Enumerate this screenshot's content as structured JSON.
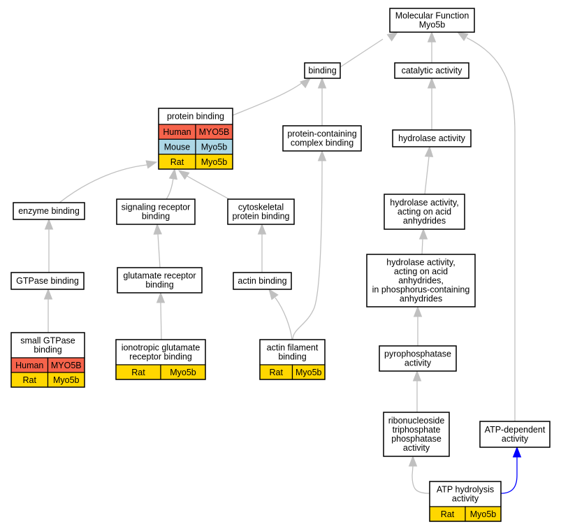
{
  "colors": {
    "human": "#f6634b",
    "mouse": "#add8e6",
    "rat": "#ffd700",
    "edge": "#c0c0c0",
    "highlight_edge": "#0000ff"
  },
  "nodes": {
    "mf": {
      "lines": [
        "Molecular Function",
        "Myo5b"
      ]
    },
    "binding": {
      "lines": [
        "binding"
      ]
    },
    "catalytic": {
      "lines": [
        "catalytic activity"
      ]
    },
    "protein_binding": {
      "lines": [
        "protein binding"
      ],
      "rows": [
        {
          "species": "Human",
          "gene": "MYO5B",
          "color": "human"
        },
        {
          "species": "Mouse",
          "gene": "Myo5b",
          "color": "mouse"
        },
        {
          "species": "Rat",
          "gene": "Myo5b",
          "color": "rat"
        }
      ]
    },
    "pcb": {
      "lines": [
        "protein-containing",
        "complex binding"
      ]
    },
    "hydrolase": {
      "lines": [
        "hydrolase activity"
      ]
    },
    "enzyme_binding": {
      "lines": [
        "enzyme binding"
      ]
    },
    "signaling": {
      "lines": [
        "signaling receptor",
        "binding"
      ]
    },
    "cytoskeletal": {
      "lines": [
        "cytoskeletal",
        "protein binding"
      ]
    },
    "hydro_acid": {
      "lines": [
        "hydrolase activity,",
        "acting on acid",
        "anhydrides"
      ]
    },
    "hydro_phos": {
      "lines": [
        "hydrolase activity,",
        "acting on acid",
        "anhydrides,",
        "in phosphorus-containing",
        "anhydrides"
      ]
    },
    "gtpase": {
      "lines": [
        "GTPase binding"
      ]
    },
    "glutamate": {
      "lines": [
        "glutamate receptor",
        "binding"
      ]
    },
    "actin": {
      "lines": [
        "actin binding"
      ]
    },
    "small_gtpase": {
      "lines": [
        "small GTPase",
        "binding"
      ],
      "rows": [
        {
          "species": "Human",
          "gene": "MYO5B",
          "color": "human"
        },
        {
          "species": "Rat",
          "gene": "Myo5b",
          "color": "rat"
        }
      ]
    },
    "ionotropic": {
      "lines": [
        "ionotropic glutamate",
        "receptor binding"
      ],
      "rows": [
        {
          "species": "Rat",
          "gene": "Myo5b",
          "color": "rat"
        }
      ]
    },
    "actin_filament": {
      "lines": [
        "actin filament",
        "binding"
      ],
      "rows": [
        {
          "species": "Rat",
          "gene": "Myo5b",
          "color": "rat"
        }
      ]
    },
    "pyrophosphatase": {
      "lines": [
        "pyrophosphatase",
        "activity"
      ]
    },
    "ribonucleoside": {
      "lines": [
        "ribonucleoside",
        "triphosphate",
        "phosphatase",
        "activity"
      ]
    },
    "atp_dependent": {
      "lines": [
        "ATP-dependent",
        "activity"
      ]
    },
    "atp_hydrolysis": {
      "lines": [
        "ATP hydrolysis",
        "activity"
      ],
      "rows": [
        {
          "species": "Rat",
          "gene": "Myo5b",
          "color": "rat"
        }
      ]
    }
  },
  "edges": [
    {
      "from": "binding",
      "to": "mf"
    },
    {
      "from": "catalytic",
      "to": "mf"
    },
    {
      "from": "atp_dependent",
      "to": "mf"
    },
    {
      "from": "protein_binding",
      "to": "binding"
    },
    {
      "from": "pcb",
      "to": "binding"
    },
    {
      "from": "hydrolase",
      "to": "catalytic"
    },
    {
      "from": "enzyme_binding",
      "to": "protein_binding"
    },
    {
      "from": "signaling",
      "to": "protein_binding"
    },
    {
      "from": "cytoskeletal",
      "to": "protein_binding"
    },
    {
      "from": "hydro_acid",
      "to": "hydrolase"
    },
    {
      "from": "hydro_phos",
      "to": "hydro_acid"
    },
    {
      "from": "gtpase",
      "to": "enzyme_binding"
    },
    {
      "from": "glutamate",
      "to": "signaling"
    },
    {
      "from": "actin",
      "to": "cytoskeletal"
    },
    {
      "from": "small_gtpase",
      "to": "gtpase"
    },
    {
      "from": "ionotropic",
      "to": "glutamate"
    },
    {
      "from": "actin_filament",
      "to": "actin"
    },
    {
      "from": "actin_filament",
      "to": "pcb"
    },
    {
      "from": "pyrophosphatase",
      "to": "hydro_phos"
    },
    {
      "from": "ribonucleoside",
      "to": "pyrophosphatase"
    },
    {
      "from": "atp_hydrolysis",
      "to": "ribonucleoside"
    },
    {
      "from": "atp_hydrolysis",
      "to": "atp_dependent",
      "highlight": true
    }
  ]
}
